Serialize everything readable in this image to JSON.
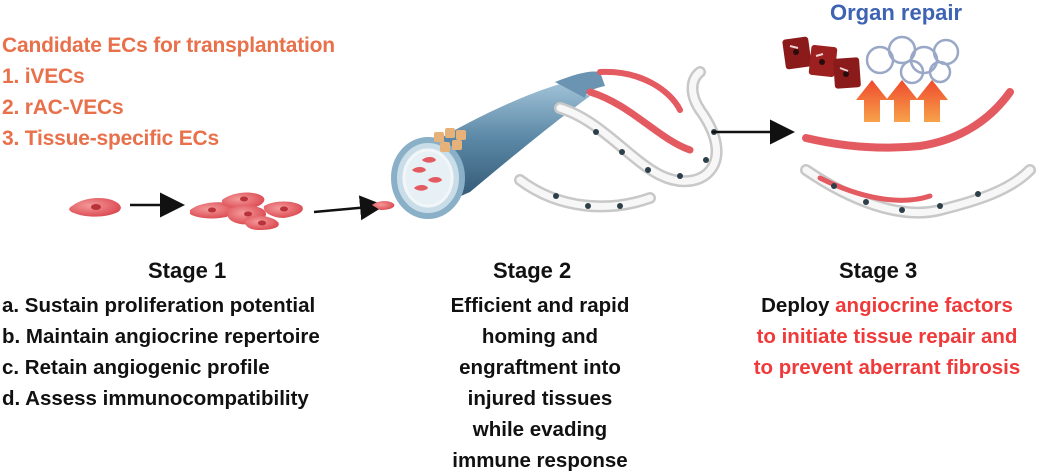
{
  "candidates": {
    "title": "Candidate ECs for transplantation",
    "items": [
      "1. iVECs",
      "2. rAC-VECs",
      "3. Tissue-specific ECs"
    ]
  },
  "organ_repair": {
    "title": "Organ repair"
  },
  "stage1": {
    "title": "Stage 1",
    "items": [
      "a. Sustain proliferation potential",
      "b. Maintain angiocrine repertoire",
      "c. Retain angiogenic profile",
      "d. Assess immunocompatibility"
    ]
  },
  "stage2": {
    "title": "Stage 2",
    "lines": [
      "Efficient and rapid",
      "homing and",
      "engraftment into",
      "injured tissues",
      "while evading",
      "immune response"
    ]
  },
  "stage3": {
    "title": "Stage 3",
    "line1_prefix": "Deploy ",
    "line1_highlight": "angiocrine factors",
    "line2": "to initiate tissue repair and",
    "line3": "to prevent aberrant fibrosis"
  },
  "colors": {
    "orange_text": "#e8704a",
    "blue_title": "#3f63b3",
    "red_text": "#f03a3a",
    "cell_pink": "#e35a60",
    "vessel_blue": "#4f7f9e",
    "repair_arrow": "#f26a3d",
    "tissue_dark_red": "#8b1a1a"
  }
}
